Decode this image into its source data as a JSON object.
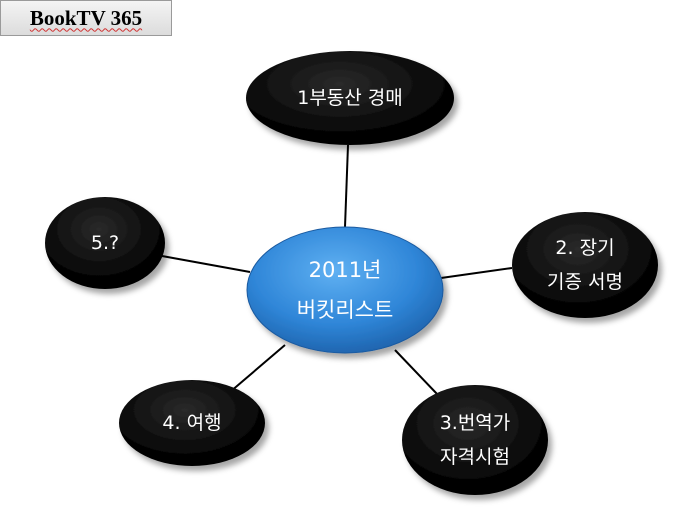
{
  "header": {
    "label": "BookTV 365"
  },
  "diagram": {
    "center": {
      "lines": [
        "2011년",
        "버킷리스트"
      ]
    },
    "nodes": [
      {
        "id": "node-1",
        "lines": [
          "1부동산 경매"
        ]
      },
      {
        "id": "node-2",
        "lines": [
          "2. 장기",
          "기증 서명"
        ]
      },
      {
        "id": "node-3",
        "lines": [
          "3.번역가",
          "자격시험"
        ]
      },
      {
        "id": "node-4",
        "lines": [
          "4. 여행"
        ]
      },
      {
        "id": "node-5",
        "lines": [
          "5.?"
        ]
      }
    ]
  },
  "colors": {
    "center_fill": "#2f86d8",
    "node_fill": "#000000",
    "connector": "#000000"
  }
}
